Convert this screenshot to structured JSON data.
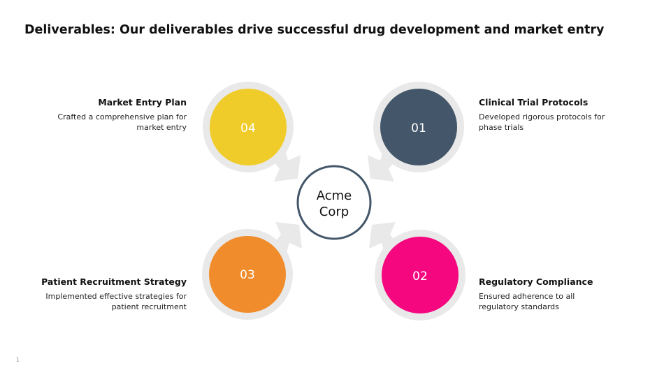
{
  "title": "Deliverables: Our deliverables drive successful drug development and market entry",
  "page_number": "1",
  "center": {
    "line1": "Acme",
    "line2": "Corp"
  },
  "nodes": {
    "top_left": {
      "number": "04",
      "color": "#f0cc2a",
      "heading": "Market Entry Plan",
      "description": "Crafted a comprehensive plan for market entry"
    },
    "top_right": {
      "number": "01",
      "color": "#44576a",
      "heading": "Clinical Trial Protocols",
      "description": "Developed rigorous protocols for phase trials"
    },
    "bottom_left": {
      "number": "03",
      "color": "#f08c2c",
      "heading": "Patient Recruitment Strategy",
      "description": "Implemented effective strategies for patient recruitment"
    },
    "bottom_right": {
      "number": "02",
      "color": "#f5077f",
      "heading": "Regulatory Compliance",
      "description": "Ensured adherence to all regulatory standards"
    }
  },
  "colors": {
    "ring": "#e9e9e9",
    "center_stroke": "#44576a",
    "arrow": "#e9e9e9"
  }
}
